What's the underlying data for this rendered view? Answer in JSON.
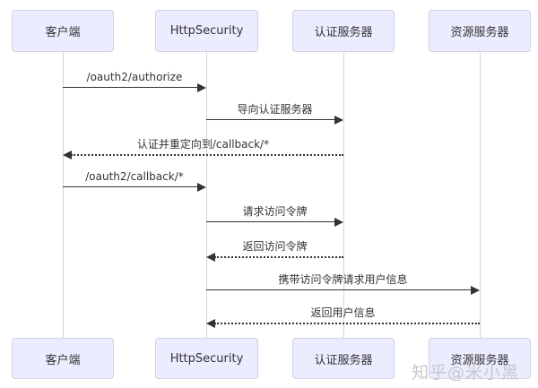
{
  "diagram": {
    "type": "sequence",
    "actors": [
      {
        "id": "client",
        "label": "客户端"
      },
      {
        "id": "httpsecurity",
        "label": "HttpSecurity"
      },
      {
        "id": "auth-server",
        "label": "认证服务器"
      },
      {
        "id": "resource-server",
        "label": "资源服务器"
      }
    ],
    "messages": [
      {
        "from": "客户端",
        "to": "HttpSecurity",
        "label": "/oauth2/authorize",
        "style": "solid"
      },
      {
        "from": "HttpSecurity",
        "to": "认证服务器",
        "label": "导向认证服务器",
        "style": "solid"
      },
      {
        "from": "认证服务器",
        "to": "客户端",
        "label": "认证并重定向到/callback/*",
        "style": "dotted"
      },
      {
        "from": "客户端",
        "to": "HttpSecurity",
        "label": "/oauth2/callback/*",
        "style": "solid"
      },
      {
        "from": "HttpSecurity",
        "to": "认证服务器",
        "label": "请求访问令牌",
        "style": "solid"
      },
      {
        "from": "认证服务器",
        "to": "HttpSecurity",
        "label": "返回访问令牌",
        "style": "dotted"
      },
      {
        "from": "HttpSecurity",
        "to": "资源服务器",
        "label": "携带访问令牌请求用户信息",
        "style": "solid"
      },
      {
        "from": "资源服务器",
        "to": "HttpSecurity",
        "label": "返回用户信息",
        "style": "dotted"
      }
    ],
    "watermark": "知乎@米小黑",
    "colors": {
      "actor_fill": "#ECECFF",
      "actor_border": "#d0d0e8",
      "lifeline": "#d2d2e4",
      "arrow": "#333333",
      "text": "#333333",
      "watermark": "#c6c8cc"
    }
  }
}
